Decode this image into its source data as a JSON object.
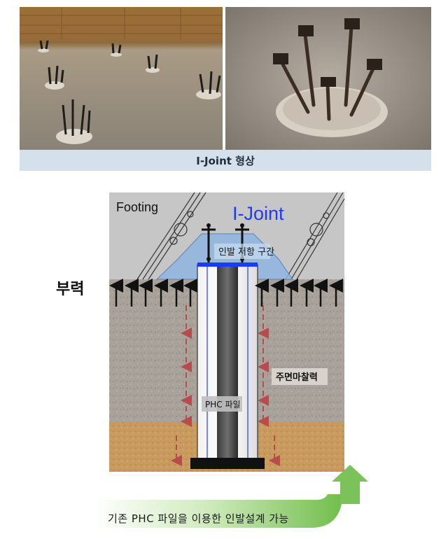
{
  "photo_caption": "I-Joint 형상",
  "diagram": {
    "footing_label": "Footing",
    "joint_label": "I-Joint",
    "pullout_zone_label": "인발 저항 구간",
    "buoyancy_label": "부력",
    "skin_friction_label": "주면마찰력",
    "pile_label": "PHC 파일"
  },
  "banner_text": "기존  PHC  파일을 이용한 인발설계 가능",
  "colors": {
    "caption_bg": "#d4e0ec",
    "joint_blue": "#1f39ff",
    "friction_arrow": "#b84b4b",
    "soil": "#a9a29a",
    "sand": "#c99a5e",
    "banner_green": "#7cc25a"
  }
}
